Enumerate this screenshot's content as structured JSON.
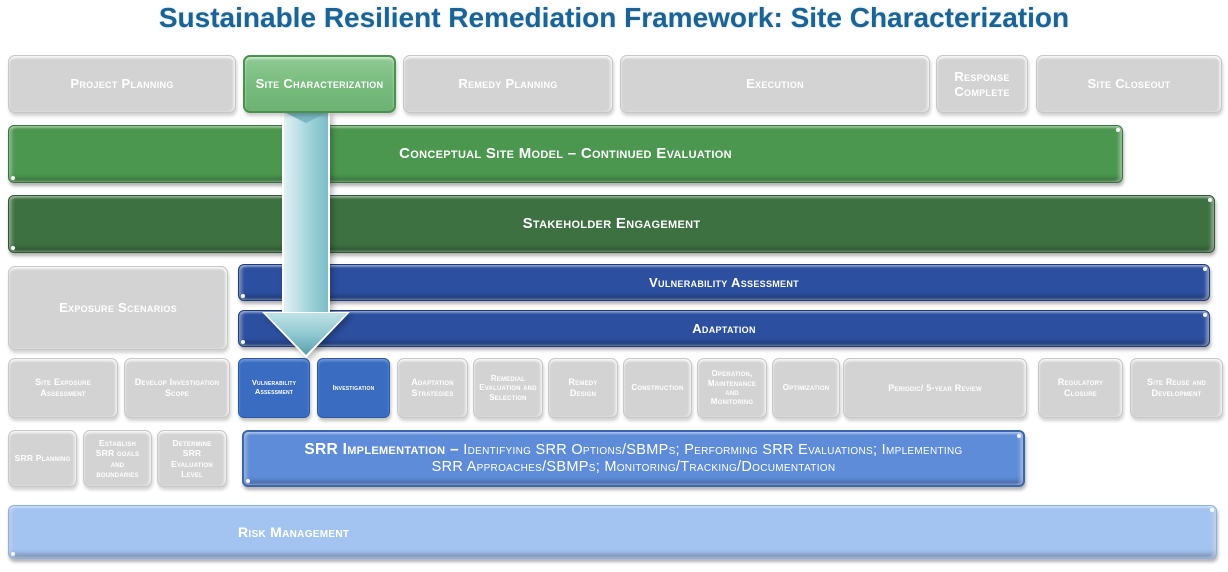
{
  "title": "Sustainable Resilient Remediation Framework: Site Characterization",
  "colors": {
    "title_blue": "#1b6394",
    "gray_box": "#d3d3d3",
    "active_green": "#77bb7d",
    "green_bar": "#4c9750",
    "dark_green_bar": "#3e7142",
    "blue_bar": "#2c4f9f",
    "blue_box": "#3a6cc2",
    "srr_blue": "#5e8cd9",
    "risk_light_blue": "#a3c3f0",
    "arrow_teal": "#8cc6cf",
    "box_text": "#ffffff"
  },
  "phases": {
    "items": [
      {
        "label": "Project Planning",
        "state": "default"
      },
      {
        "label": "Site Characterization",
        "state": "active"
      },
      {
        "label": "Remedy Planning",
        "state": "default"
      },
      {
        "label": "Execution",
        "state": "default"
      },
      {
        "label": "Response Complete",
        "state": "default"
      },
      {
        "label": "Site Closeout",
        "state": "default"
      }
    ]
  },
  "bars": {
    "csm": "Conceptual Site Model – Continued Evaluation",
    "stakeholder": "Stakeholder Engagement",
    "vulnerability": "Vulnerability Assessment",
    "adaptation": "Adaptation",
    "risk": "Risk Management"
  },
  "exposure": {
    "label": "Exposure Scenarios"
  },
  "steps": {
    "items": [
      {
        "label": "Site Exposure Assessment",
        "style": "gray"
      },
      {
        "label": "Develop Investigation Scope",
        "style": "gray"
      },
      {
        "label": "Vulnerability Assessment",
        "style": "blue"
      },
      {
        "label": "Investigation",
        "style": "blue"
      },
      {
        "label": "Adaptation Strategies",
        "style": "gray"
      },
      {
        "label": "Remedial Evaluation and Selection",
        "style": "gray"
      },
      {
        "label": "Remedy Design",
        "style": "gray"
      },
      {
        "label": "Construction",
        "style": "gray"
      },
      {
        "label": "Operation, Maintenance and Monitoring",
        "style": "gray"
      },
      {
        "label": "Optimization",
        "style": "gray"
      },
      {
        "label": "Periodic/ 5-year Review",
        "style": "gray"
      },
      {
        "label": "Regulatory Closure",
        "style": "gray"
      },
      {
        "label": "Site Reuse and Development",
        "style": "gray"
      }
    ]
  },
  "srr": {
    "planning": "SRR Planning",
    "goals": "Establish SRR goals and boundaries",
    "level": "Determine SRR Evaluation Level",
    "implementation_lead": "SRR Implementation –",
    "implementation_rest": " Identifying SRR Options/SBMPs; Performing SRR Evaluations; Implementing SRR Approaches/SBMPs; Monitoring/Tracking/Documentation"
  }
}
